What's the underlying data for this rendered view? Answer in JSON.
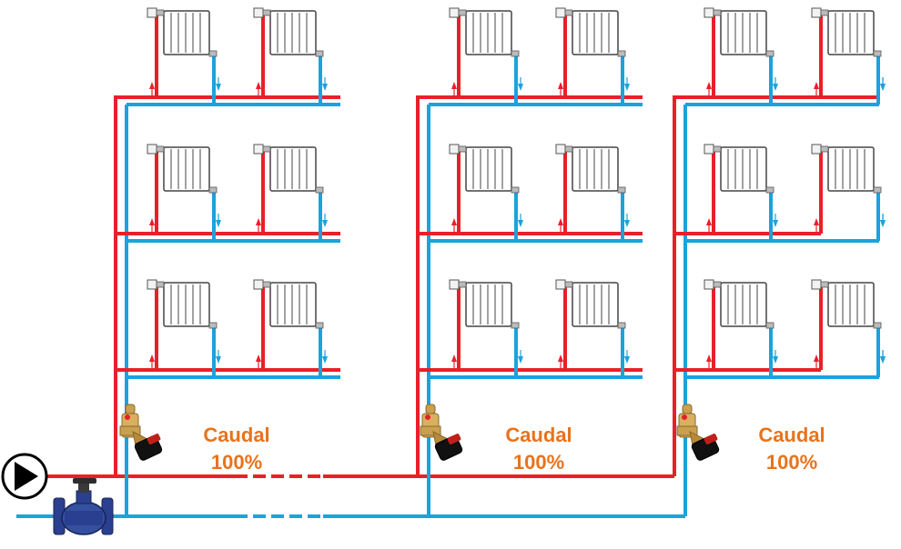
{
  "colors": {
    "supply": "#e8202a",
    "return": "#1aa3dd",
    "label": "#e8731c",
    "radiator_fill": "#ffffff",
    "radiator_stroke": "#444444",
    "valve_brass": "#c9a050",
    "valve_body_blue": "#2a3f8f",
    "pump_stroke": "#000000"
  },
  "pump": {
    "icon": "pump-icon"
  },
  "main_valve": {
    "icon": "balancing-valve-icon"
  },
  "risers": [
    {
      "id": "riser-1",
      "flow_label": "Caudal",
      "flow_value": "100%",
      "floors": 3,
      "radiators_per_floor": 2
    },
    {
      "id": "riser-2",
      "flow_label": "Caudal",
      "flow_value": "100%",
      "floors": 3,
      "radiators_per_floor": 2
    },
    {
      "id": "riser-3",
      "flow_label": "Caudal",
      "flow_value": "100%",
      "floors": 3,
      "radiators_per_floor": 2
    }
  ]
}
